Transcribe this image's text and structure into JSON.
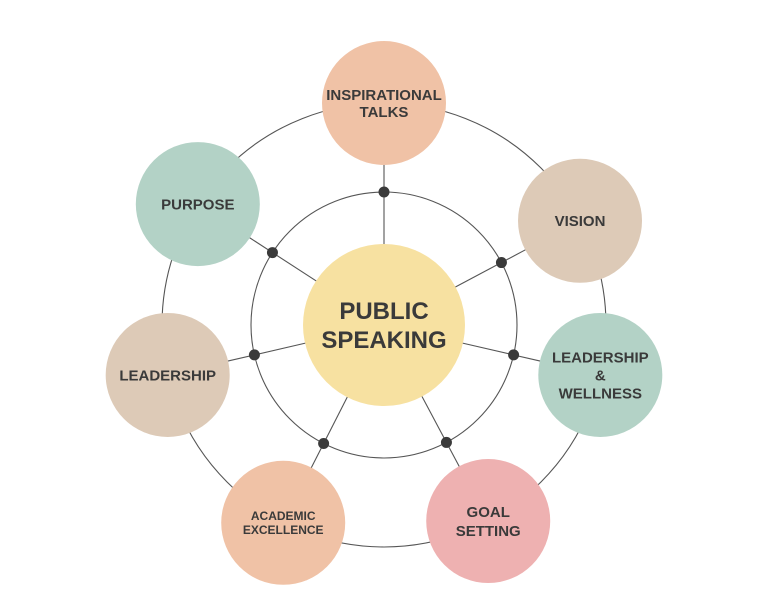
{
  "diagram": {
    "center": {
      "lines": [
        "PUBLIC",
        "SPEAKING"
      ],
      "color": "#f7e1a1"
    },
    "nodes": [
      {
        "id": "inspirational-talks",
        "lines": [
          "INSPIRATIONAL",
          "TALKS"
        ],
        "color": "#f0c2a6"
      },
      {
        "id": "vision",
        "lines": [
          "VISION"
        ],
        "color": "#ddcab7"
      },
      {
        "id": "leadership-wellness",
        "lines": [
          "LEADERSHIP",
          "&",
          "WELLNESS"
        ],
        "color": "#b3d2c6"
      },
      {
        "id": "goal-setting",
        "lines": [
          "GOAL",
          "SETTING"
        ],
        "color": "#eeb1b1"
      },
      {
        "id": "academic-excellence",
        "lines": [
          "ACADEMIC",
          "EXCELLENCE"
        ],
        "color": "#f0c2a6"
      },
      {
        "id": "leadership",
        "lines": [
          "LEADERSHIP"
        ],
        "color": "#ddcab7"
      },
      {
        "id": "purpose",
        "lines": [
          "PURPOSE"
        ],
        "color": "#b3d2c6"
      }
    ],
    "line_color": "#555555",
    "dot_color": "#3a3a3a"
  }
}
